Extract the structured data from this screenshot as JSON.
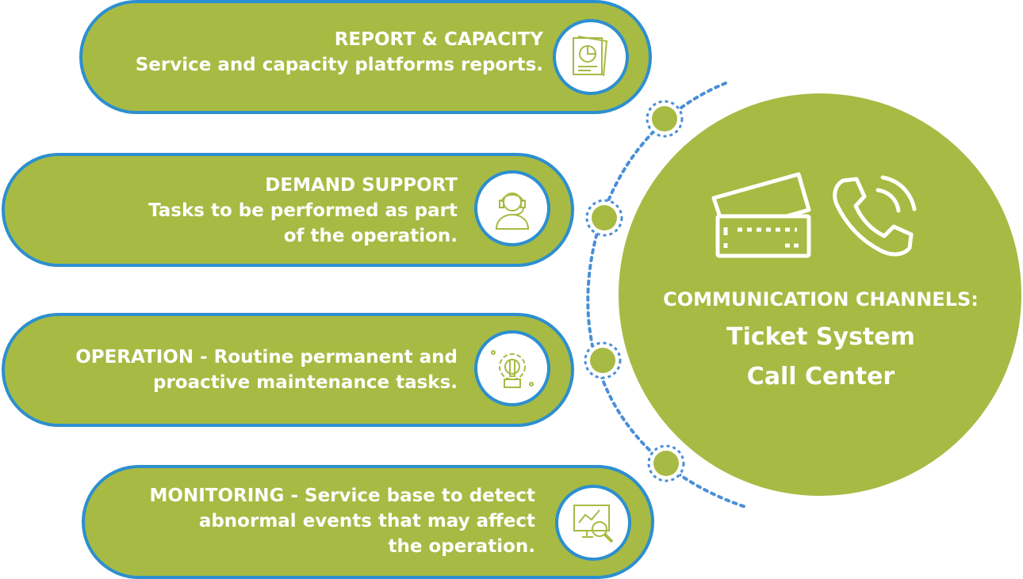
{
  "cards": [
    {
      "title": "REPORT & CAPACITY",
      "lines": [
        "Service and capacity platforms reports."
      ],
      "icon": "report-chart-icon"
    },
    {
      "title": "DEMAND SUPPORT",
      "lines": [
        "Tasks to be performed as part",
        "of the operation."
      ],
      "icon": "support-agent-icon"
    },
    {
      "title": "OPERATION",
      "title_rest": " - Routine permanent and",
      "lines": [
        "proactive maintenance tasks."
      ],
      "icon": "gear-wrench-icon"
    },
    {
      "title": "MONITORING",
      "title_rest": " - Service base to detect",
      "lines": [
        "abnormal events that may affect",
        "the operation."
      ],
      "icon": "monitor-search-icon"
    }
  ],
  "hub": {
    "heading": "COMMUNICATION CHANNELS:",
    "channel_1": "Ticket System",
    "channel_2": "Call Center",
    "icons": [
      "ticket-icon",
      "phone-icon"
    ]
  },
  "colors": {
    "green": "#a7ba43",
    "blue": "#2c8fcf",
    "dotted": "#4a8fd8"
  }
}
